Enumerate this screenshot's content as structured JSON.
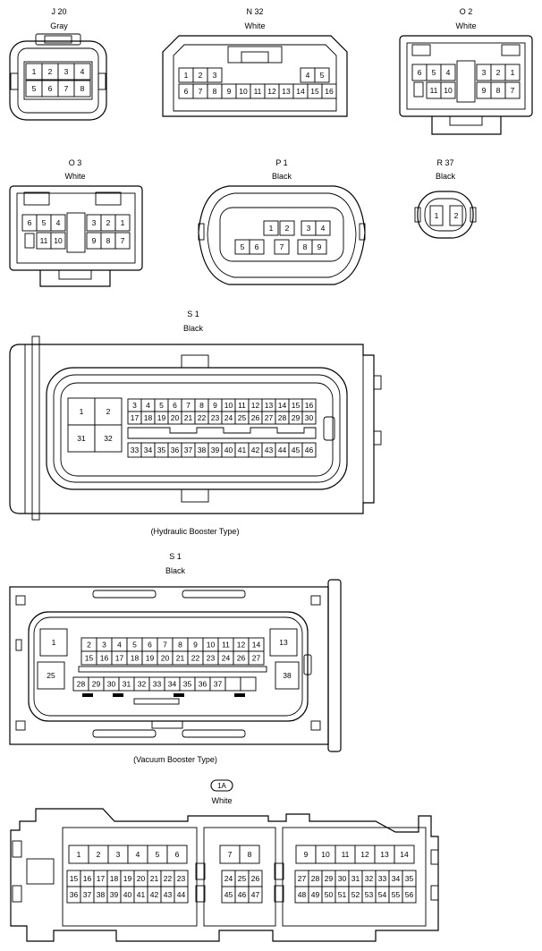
{
  "connectors": [
    {
      "id": "J20",
      "name": "J 20",
      "color": "Gray",
      "pins": [
        "1",
        "2",
        "3",
        "4",
        "5",
        "6",
        "7",
        "8"
      ]
    },
    {
      "id": "N32",
      "name": "N 32",
      "color": "White",
      "pins": [
        "1",
        "2",
        "3",
        "4",
        "5",
        "6",
        "7",
        "8",
        "9",
        "10",
        "11",
        "12",
        "13",
        "14",
        "15",
        "16"
      ]
    },
    {
      "id": "O2",
      "name": "O 2",
      "color": "White",
      "pins": [
        "6",
        "5",
        "4",
        "3",
        "2",
        "1",
        "11",
        "10",
        "9",
        "8",
        "7"
      ]
    },
    {
      "id": "O3",
      "name": "O 3",
      "color": "White",
      "pins": [
        "6",
        "5",
        "4",
        "3",
        "2",
        "1",
        "11",
        "10",
        "9",
        "8",
        "7"
      ]
    },
    {
      "id": "P1",
      "name": "P 1",
      "color": "Black",
      "pins": [
        "1",
        "2",
        "3",
        "4",
        "5",
        "6",
        "7",
        "8",
        "9"
      ]
    },
    {
      "id": "R37",
      "name": "R 37",
      "color": "Black",
      "pins": [
        "1",
        "2"
      ]
    },
    {
      "id": "S1H",
      "name": "S 1",
      "color": "Black",
      "caption": "(Hydraulic Booster Type)",
      "pins": [
        "1",
        "2",
        "31",
        "32",
        "3",
        "4",
        "5",
        "6",
        "7",
        "8",
        "9",
        "10",
        "11",
        "12",
        "13",
        "14",
        "15",
        "16",
        "17",
        "18",
        "19",
        "20",
        "21",
        "22",
        "23",
        "24",
        "25",
        "26",
        "27",
        "28",
        "29",
        "30",
        "33",
        "34",
        "35",
        "36",
        "37",
        "38",
        "39",
        "40",
        "41",
        "42",
        "43",
        "44",
        "45",
        "46"
      ]
    },
    {
      "id": "S1V",
      "name": "S 1",
      "color": "Black",
      "caption": "(Vacuum Booster Type)",
      "pins": [
        "1",
        "13",
        "25",
        "38",
        "2",
        "3",
        "4",
        "5",
        "6",
        "7",
        "8",
        "9",
        "10",
        "11",
        "12",
        "14",
        "15",
        "16",
        "17",
        "18",
        "19",
        "20",
        "21",
        "22",
        "23",
        "24",
        "26",
        "27",
        "28",
        "29",
        "30",
        "31",
        "32",
        "33",
        "34",
        "35",
        "36",
        "37"
      ]
    },
    {
      "id": "1A",
      "name": "1A",
      "color": "White",
      "pins": [
        "1",
        "2",
        "3",
        "4",
        "5",
        "6",
        "7",
        "8",
        "9",
        "10",
        "11",
        "12",
        "13",
        "14",
        "15",
        "16",
        "17",
        "18",
        "19",
        "20",
        "21",
        "22",
        "23",
        "24",
        "25",
        "26",
        "27",
        "28",
        "29",
        "30",
        "31",
        "32",
        "33",
        "34",
        "35",
        "36",
        "37",
        "38",
        "39",
        "40",
        "41",
        "42",
        "43",
        "44",
        "45",
        "46",
        "47",
        "48",
        "49",
        "50",
        "51",
        "52",
        "53",
        "54",
        "55",
        "56"
      ]
    }
  ]
}
